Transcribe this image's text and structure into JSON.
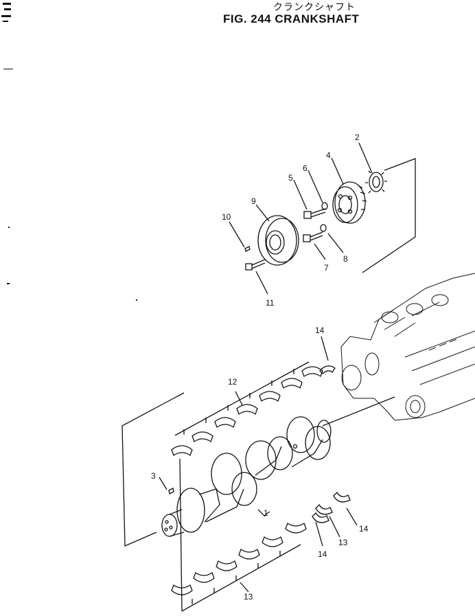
{
  "header": {
    "title_jp": "クランクシャフト",
    "title": "FIG. 244  CRANKSHAFT"
  },
  "callouts": {
    "c1": "1",
    "c2": "2",
    "c3": "3",
    "c4": "4",
    "c5": "5",
    "c6": "6",
    "c7": "7",
    "c8": "8",
    "c9": "9",
    "c10": "10",
    "c11": "11",
    "c12": "12",
    "c13a": "13",
    "c13b": "13",
    "c14a": "14",
    "c14b": "14",
    "c14c": "14"
  },
  "colors": {
    "ink": "#111111",
    "paper": "#ffffff"
  }
}
